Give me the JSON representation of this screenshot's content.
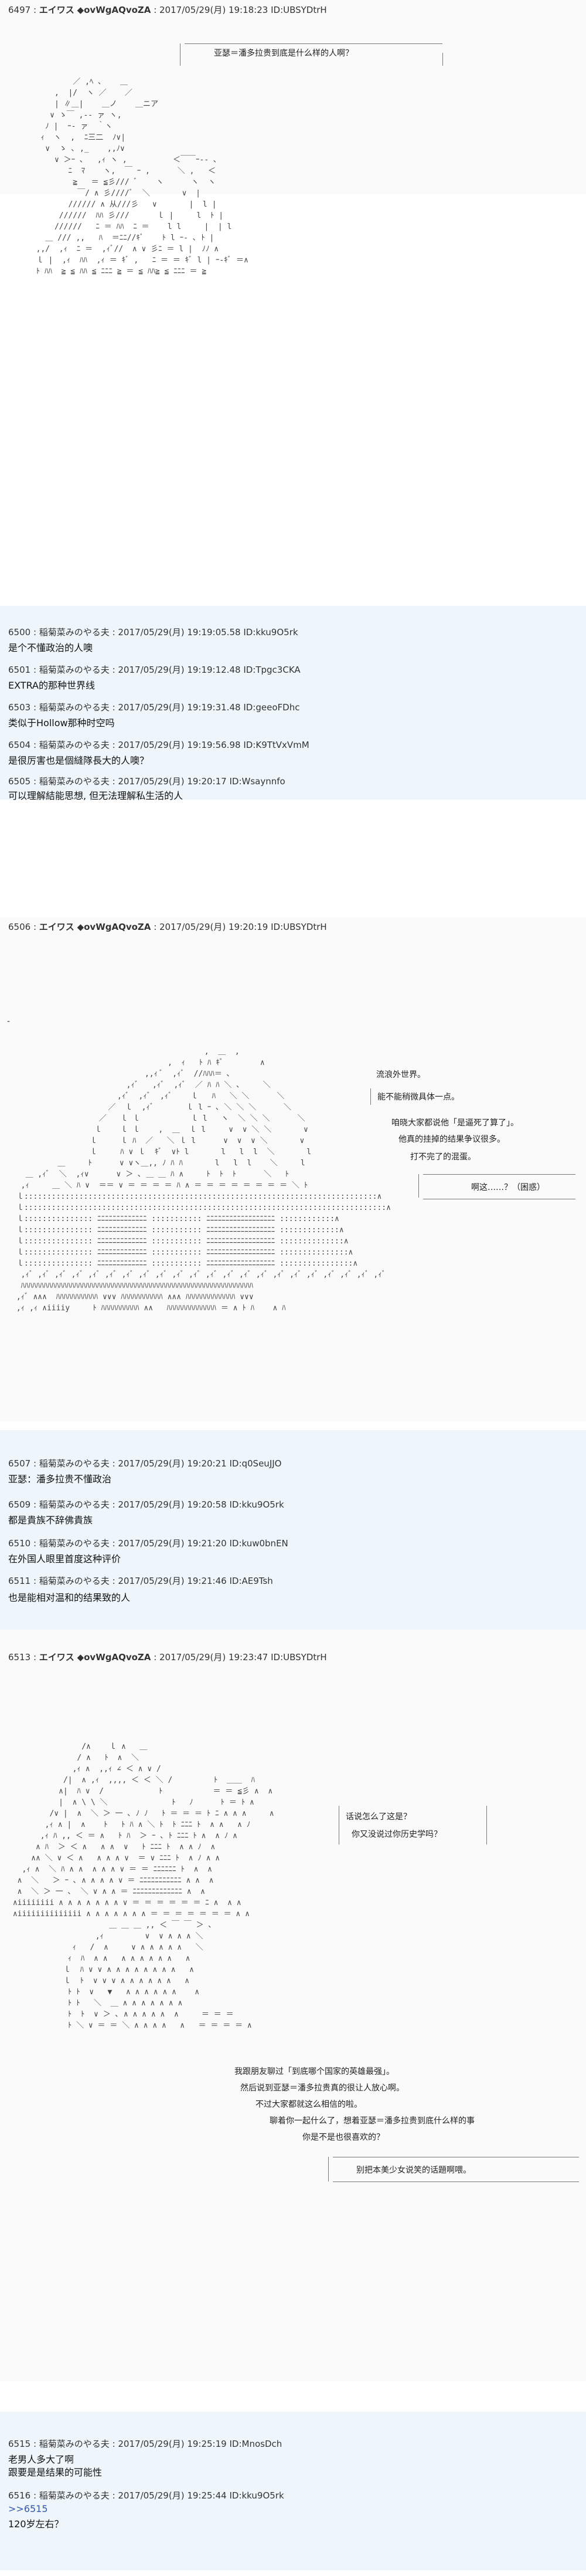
{
  "posts": [
    {
      "num": "6497",
      "name": "エイワス",
      "trip": "◆ovWgAQvoZA",
      "date": "2017/05/29(月) 19:18:23",
      "uid": "ID:UBSYDtrH"
    },
    {
      "num": "6500",
      "name": "稲菊菜みのやる夫",
      "date": "2017/05/29(月) 19:19:05.58",
      "uid": "ID:kku9O5rk",
      "text": "是个不懂政治的人噢"
    },
    {
      "num": "6501",
      "name": "稲菊菜みのやる夫",
      "date": "2017/05/29(月) 19:19:12.48",
      "uid": "ID:Tpgc3CKA",
      "text": "EXTRA的那种世界线"
    },
    {
      "num": "6503",
      "name": "稲菊菜みのやる夫",
      "date": "2017/05/29(月) 19:19:31.48",
      "uid": "ID:geeoFDhc",
      "text": "类似于Hollow那种时空吗"
    },
    {
      "num": "6504",
      "name": "稲菊菜みのやる夫",
      "date": "2017/05/29(月) 19:19:56.98",
      "uid": "ID:K9TtVxVmM",
      "text": "是很厉害也是個縫隊長大的人噢？"
    },
    {
      "num": "6505",
      "name": "稲菊菜みのやる夫",
      "date": "2017/05/29(月) 19:20:17",
      "uid": "ID:Wsaynnfo",
      "text": "可以理解結能思想, 但无法理解私生活的人"
    },
    {
      "num": "6506",
      "name": "エイワス",
      "trip": "◆ovWgAQvoZA",
      "date": "2017/05/29(月) 19:20:19",
      "uid": "ID:UBSYDtrH"
    },
    {
      "num": "6507",
      "name": "稲菊菜みのやる夫",
      "date": "2017/05/29(月) 19:20:21",
      "uid": "ID:q0SeuJJO",
      "text": "亚瑟：潘多拉贵不懂政治"
    },
    {
      "num": "6509",
      "name": "稲菊菜みのやる夫",
      "date": "2017/05/29(月) 19:20:58",
      "uid": "ID:kku9O5rk",
      "text": "都是貴族不辞佛貴族"
    },
    {
      "num": "6510",
      "name": "稲菊菜みのやる夫",
      "date": "2017/05/29(月) 19:21:20",
      "uid": "ID:kuw0bnEN",
      "text": "在外国人眼里首度这种评价"
    },
    {
      "num": "6511",
      "name": "稲菊菜みのやる夫",
      "date": "2017/05/29(月) 19:21:46",
      "uid": "ID:AE9Tsh",
      "text": "也是能相对温和的结果致的人"
    },
    {
      "num": "6513",
      "name": "エイワス",
      "trip": "◆ovWgAQvoZA",
      "date": "2017/05/29(月) 19:23:47",
      "uid": "ID:UBSYDtrH"
    },
    {
      "num": "6515",
      "name": "稲菊菜みのやる夫",
      "date": "2017/05/29(月) 19:25:19",
      "uid": "ID:MnosDch",
      "text": "老男人多大了啊",
      "text2": "跟要是是结果的可能性"
    },
    {
      "num": "6516",
      "name": "稲菊菜みのやる夫",
      "date": "2017/05/29(月) 19:25:44",
      "uid": "ID:kku9O5rk",
      "text": ">>6515",
      "text2": "120岁左右？"
    }
  ],
  "scene1": {
    "bubble": "亚瑟＝潘多拉贵到底是什么样的人啊？"
  },
  "scene2": {
    "lines": [
      "流浪外世界。",
      "能不能稍微具体一点。",
      "咱晓大家都说他「是逼死了算了」。",
      "他真的挂掉的结果争议很多。",
      "打不完了的混蛋。"
    ],
    "bubble": "啊这……？（困惑）"
  },
  "scene3": {
    "lines": [
      "话说怎么了这是？",
      "你又没说过你历史学吗？"
    ],
    "lines2": [
      "我跟朋友聊过「到底哪个国家的英雄最强」。",
      "然后说到亚瑟＝潘多拉贵真的很让人放心啊。",
      "不过大家都就这么相信的啦。",
      "聊着你一起什么了，想着亚瑟＝潘多拉贵到底什么样的事",
      "你是不是也很喜欢的？"
    ],
    "bubble": "别把本美少女说笑的话題啊喂。"
  },
  "colors": {
    "alt_bg": "#eef6fb",
    "op_bg": "#fafafa"
  }
}
